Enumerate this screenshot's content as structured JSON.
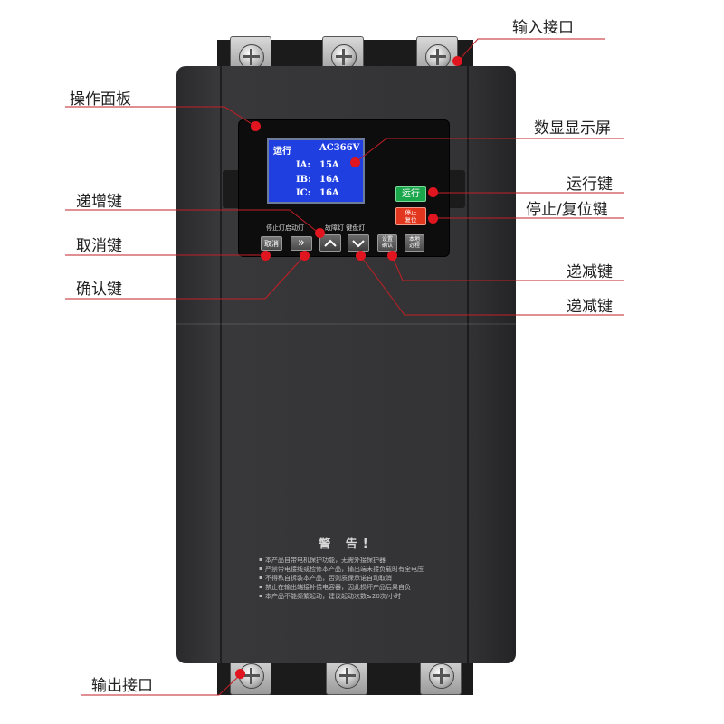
{
  "callouts": {
    "input_port": "输入接口",
    "operation_panel": "操作面板",
    "digital_display": "数显显示屏",
    "increment_key": "递增键",
    "run_key": "运行键",
    "stop_reset_key": "停止/复位键",
    "cancel_key": "取消键",
    "decrement_key_1": "递减键",
    "confirm_key": "确认键",
    "decrement_key_2": "递减键",
    "output_port": "输出接口"
  },
  "display": {
    "status": "运行",
    "voltage": "AC366V",
    "rows": [
      {
        "label": "IA:",
        "value": "15A"
      },
      {
        "label": "IB:",
        "value": "16A"
      },
      {
        "label": "IC:",
        "value": "16A"
      }
    ]
  },
  "panel": {
    "indicator_left": "停止灯启动灯",
    "indicator_right": "故障灯 键盘灯",
    "run_button": "运行",
    "stop_button_line1": "停止",
    "stop_button_line2": "复位",
    "cancel_button": "取消",
    "shift_button": "»",
    "up_button": "∧",
    "down_button": "∨",
    "set_button_line1": "设置",
    "set_button_line2": "确认",
    "local_button_line1": "本地",
    "local_button_line2": "远程"
  },
  "warning": {
    "title": "警 告!",
    "items": [
      "本产品自带电机保护功能，无需外接保护器",
      "严禁带电接线或检修本产品，输出端未接负载时有全电压",
      "不得私自拆装本产品，否则质保承诺自动取消",
      "禁止在输出端接补偿电容器，因此损坏产品后果自负",
      "本产品不能频繁起动，建议起动次数≤20次/小时"
    ]
  },
  "colors": {
    "accent_red": "#e0151f",
    "lcd_blue": "#1f3fe0",
    "run_green": "#1aa64a",
    "stop_red": "#e2361f",
    "body_dark": "#333335"
  }
}
